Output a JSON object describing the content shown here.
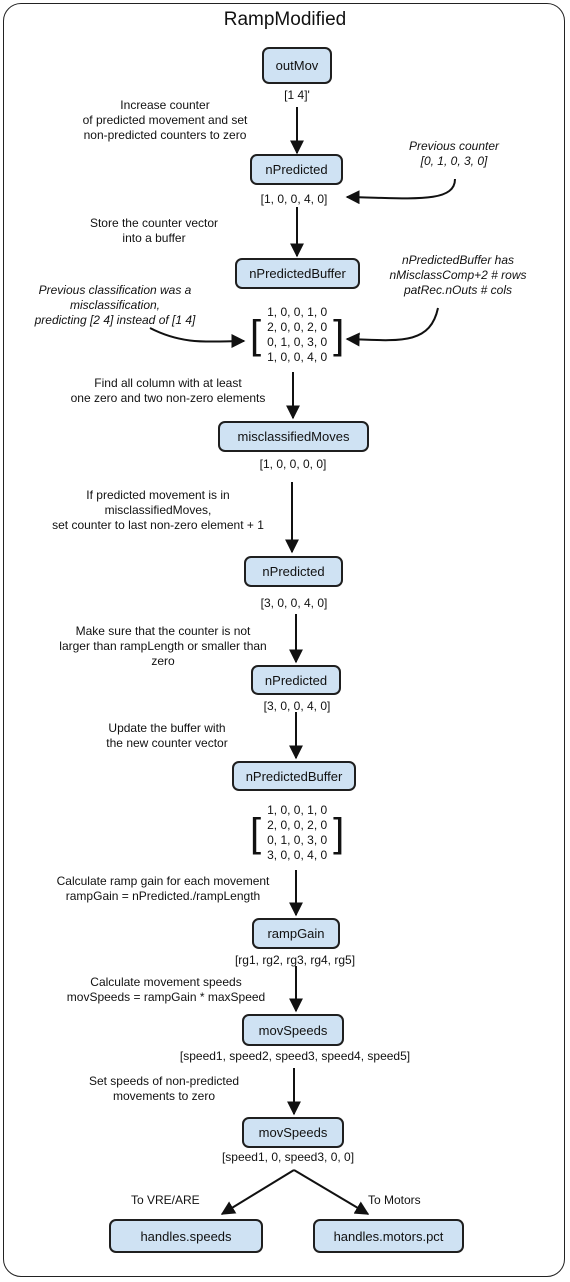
{
  "title": "RampModified",
  "nodes": {
    "outMov": "outMov",
    "nPredicted1": "nPredicted",
    "nPredictedBuffer1": "nPredictedBuffer",
    "misclassifiedMoves": "misclassifiedMoves",
    "nPredicted2": "nPredicted",
    "nPredicted3": "nPredicted",
    "nPredictedBuffer2": "nPredictedBuffer",
    "rampGain": "rampGain",
    "movSpeeds1": "movSpeeds",
    "movSpeeds2": "movSpeeds",
    "handlesSpeeds": "handles.speeds",
    "handlesMotors": "handles.motors.pct"
  },
  "values": {
    "outMov": "[1 4]'",
    "nPredicted1": "[1, 0, 0, 4, 0]",
    "misclassifiedMoves": "[1, 0, 0, 0, 0]",
    "nPredicted2": "[3, 0, 0, 4, 0]",
    "nPredicted3": "[3, 0, 0, 4, 0]",
    "rampGain": "[rg1, rg2, rg3, rg4, rg5]",
    "movSpeeds1": "[speed1, speed2, speed3, speed4, speed5]",
    "movSpeeds2": "[speed1, 0, speed3, 0, 0]"
  },
  "matrices": {
    "buffer1": [
      "1, 0, 0, 1, 0",
      "2, 0, 0, 2, 0",
      "0, 1, 0, 3, 0",
      "1, 0, 0, 4, 0"
    ],
    "buffer2": [
      "1, 0, 0, 1, 0",
      "2, 0, 0, 2, 0",
      "0, 1, 0, 3, 0",
      "3, 0, 0, 4, 0"
    ]
  },
  "steps": {
    "s1": [
      "Increase counter",
      "of predicted movement and set",
      "non-predicted counters to zero"
    ],
    "s2": [
      "Store the counter vector",
      "into a buffer"
    ],
    "s3": [
      "Find all column with at least",
      "one zero and two non-zero elements"
    ],
    "s4": [
      "If predicted movement is in",
      "misclassifiedMoves,",
      "set counter to last non-zero element + 1"
    ],
    "s5": [
      "Make sure that the counter is not",
      "larger than rampLength or smaller than",
      "zero"
    ],
    "s6": [
      "Update the buffer with",
      "the new counter vector"
    ],
    "s7": [
      "Calculate ramp gain for each movement",
      "rampGain = nPredicted./rampLength"
    ],
    "s8": [
      "Calculate movement speeds",
      "movSpeeds = rampGain * maxSpeed"
    ],
    "s9": [
      "Set speeds of non-predicted",
      "movements to zero"
    ]
  },
  "notes": {
    "prevCounter": [
      "Previous counter",
      "[0, 1, 0, 3, 0]"
    ],
    "bufferInfo": [
      "nPredictedBuffer has",
      "nMisclassComp+2 # rows",
      "patRec.nOuts # cols"
    ],
    "prevClass": [
      "Previous classification was a",
      "misclassification,",
      "predicting [2 4] instead of [1 4]"
    ]
  },
  "branches": {
    "left": "To VRE/ARE",
    "right": "To Motors"
  }
}
